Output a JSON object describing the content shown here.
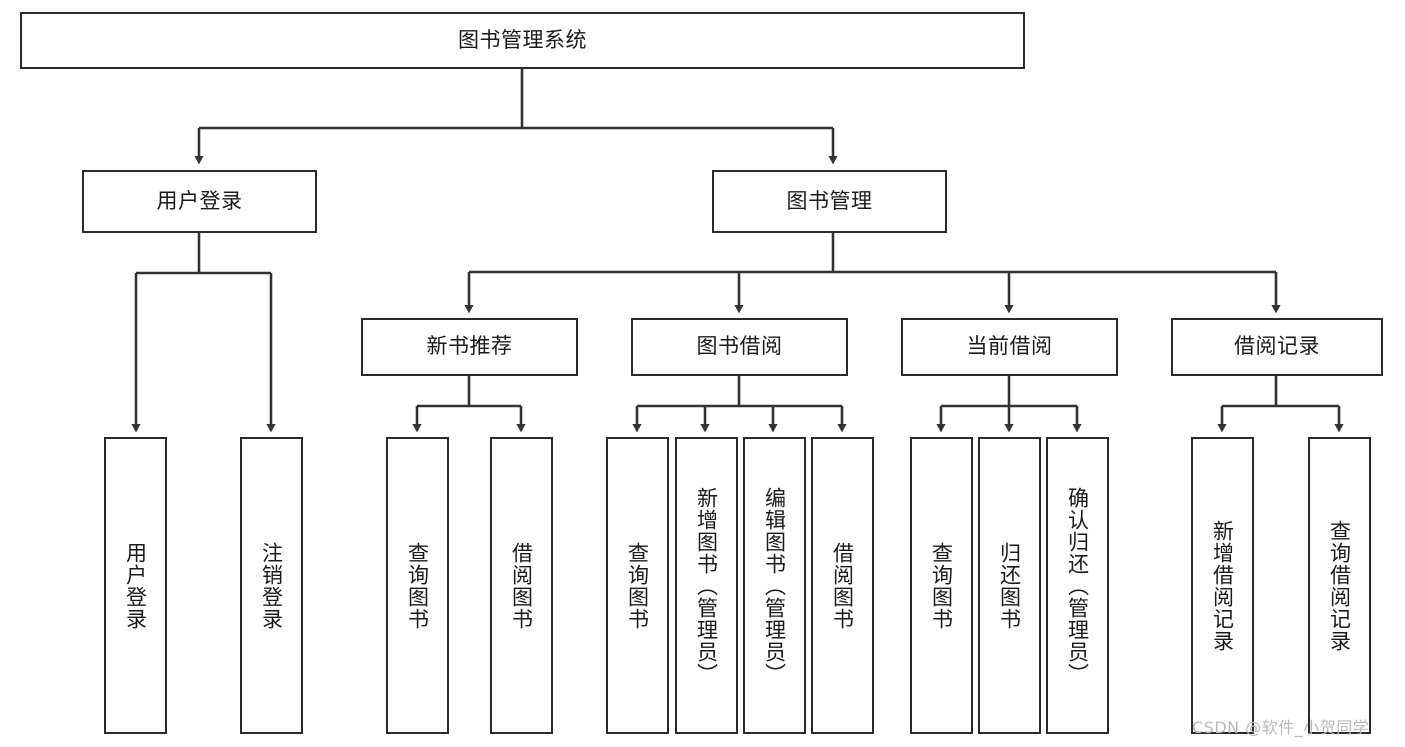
{
  "diagram": {
    "type": "tree-hierarchy",
    "title": "图书管理系统",
    "orientation": "top-down",
    "watermark": "CSDN @软件_小贺同学",
    "colors": {
      "box_border": "#2b2b2b",
      "box_fill": "#ffffff",
      "connector": "#333333",
      "text": "#1a1a1a",
      "watermark": "#b9b9b9",
      "background": "#ffffff"
    },
    "levels": {
      "root": "图书管理系统",
      "level2": [
        "用户登录",
        "图书管理"
      ],
      "level3": [
        "新书推荐",
        "图书借阅",
        "当前借阅",
        "借阅记录"
      ],
      "level4_groups": [
        {
          "parent": "用户登录",
          "children": [
            "用户登录",
            "注销登录"
          ]
        },
        {
          "parent": "新书推荐",
          "children": [
            "查询图书",
            "借阅图书"
          ]
        },
        {
          "parent": "图书借阅",
          "children": [
            "查询图书",
            "新增图书（管理员）",
            "编辑图书（管理员）",
            "借阅图书"
          ]
        },
        {
          "parent": "当前借阅",
          "children": [
            "查询图书",
            "归还图书",
            "确认归还（管理员）"
          ]
        },
        {
          "parent": "借阅记录",
          "children": [
            "新增借阅记录",
            "查询借阅记录"
          ]
        }
      ]
    },
    "nodes": {
      "root": {
        "label": "图书管理系统"
      },
      "user_login": {
        "label": "用户登录"
      },
      "book_manage": {
        "label": "图书管理"
      },
      "new_book_rec": {
        "label": "新书推荐"
      },
      "book_borrow": {
        "label": "图书借阅"
      },
      "current_borrow": {
        "label": "当前借阅"
      },
      "borrow_record": {
        "label": "借阅记录"
      },
      "leaf_user_login": {
        "label": "用户登录"
      },
      "leaf_logout": {
        "label": "注销登录"
      },
      "leaf_query_book_a": {
        "label": "查询图书"
      },
      "leaf_borrow_book_a": {
        "label": "借阅图书"
      },
      "leaf_query_book_b": {
        "label": "查询图书"
      },
      "leaf_add_book": {
        "label": "新增图书（管理员）"
      },
      "leaf_edit_book": {
        "label": "编辑图书（管理员）"
      },
      "leaf_borrow_book_b": {
        "label": "借阅图书"
      },
      "leaf_query_book_c": {
        "label": "查询图书"
      },
      "leaf_return_book": {
        "label": "归还图书"
      },
      "leaf_confirm_return": {
        "label": "确认归还（管理员）"
      },
      "leaf_add_record": {
        "label": "新增借阅记录"
      },
      "leaf_query_record": {
        "label": "查询借阅记录"
      }
    }
  }
}
